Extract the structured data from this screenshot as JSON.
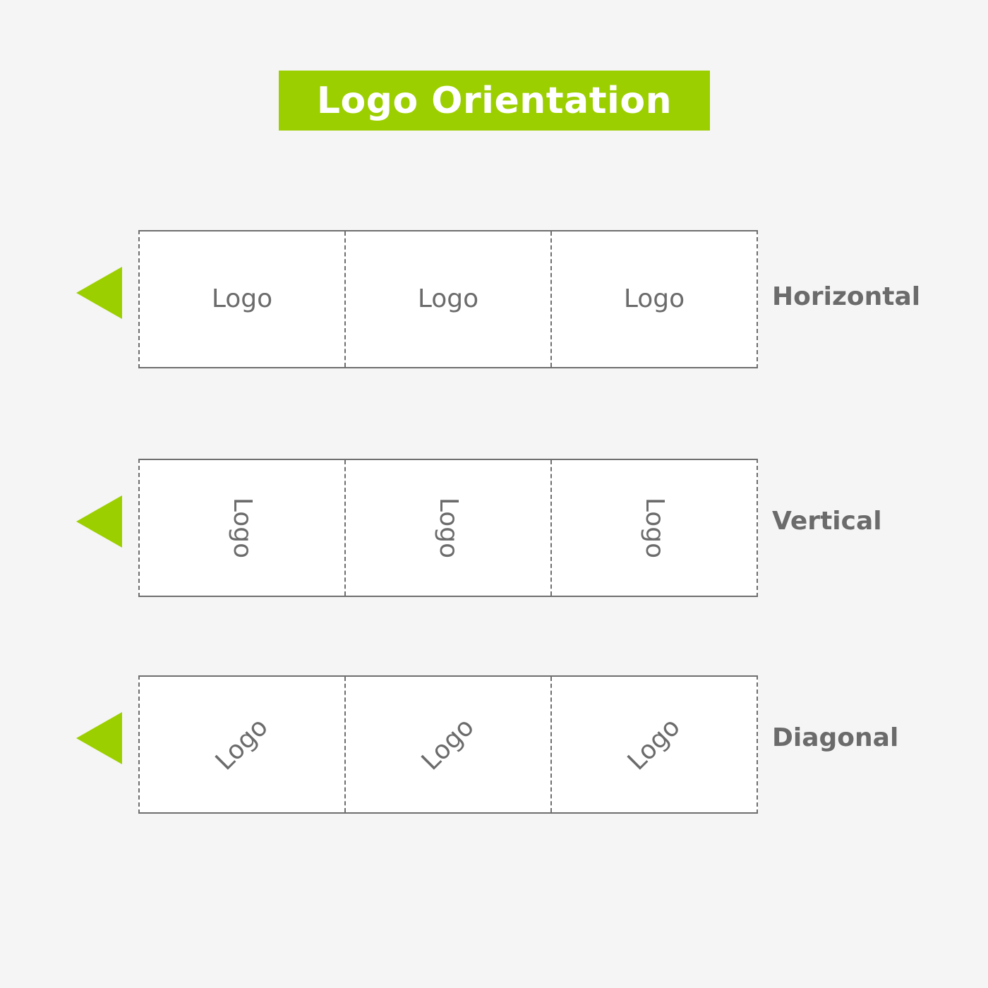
{
  "title": "Logo Orientation",
  "accent_color": "#9ccf00",
  "text_color": "#6b6b6b",
  "rows": [
    {
      "label": "Horizontal",
      "orientation": "horizontal",
      "cells": [
        "Logo",
        "Logo",
        "Logo"
      ]
    },
    {
      "label": "Vertical",
      "orientation": "vertical",
      "cells": [
        "Logo",
        "Logo",
        "Logo"
      ]
    },
    {
      "label": "Diagonal",
      "orientation": "diagonal",
      "cells": [
        "Logo",
        "Logo",
        "Logo"
      ]
    }
  ]
}
